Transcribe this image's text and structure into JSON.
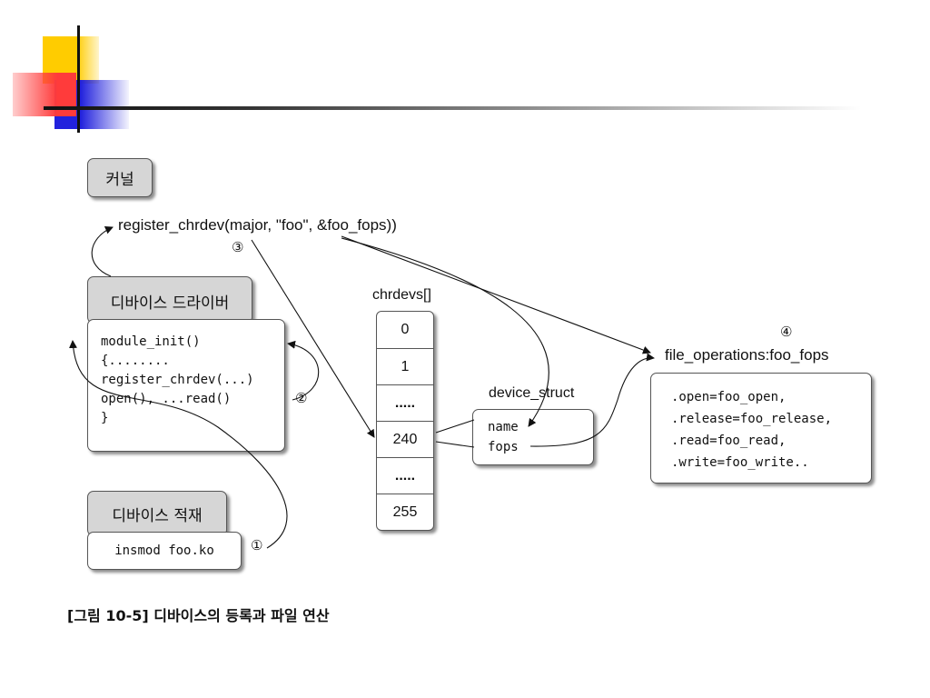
{
  "figure": {
    "kernel_label": "커널",
    "register_call": "register_chrdev(major, \"foo\", &foo_fops))",
    "driver_label": "디바이스 드라이버",
    "driver_code": [
      "module_init()",
      "{........",
      "register_chrdev(...)",
      "open(), ...read()",
      "}"
    ],
    "load_label": "디바이스 적재",
    "insmod_cmd": "insmod foo.ko",
    "chrdevs_label": "chrdevs[]",
    "chrdevs_cells": [
      "0",
      "1",
      ".....",
      "240",
      ".....",
      "255"
    ],
    "device_struct_label": "device_struct",
    "device_struct_fields": [
      "name",
      "fops"
    ],
    "file_ops_label": "file_operations:foo_fops",
    "file_ops_fields": [
      ".open=foo_open,",
      ".release=foo_release,",
      ".read=foo_read,",
      ".write=foo_write.."
    ],
    "markers": [
      "①",
      "②",
      "③",
      "④"
    ],
    "caption": "[그림 10-5] 디바이스의 등록과 파일 연산"
  },
  "colors": {
    "deco_yellow": "#ffcc00",
    "deco_red": "#ff3b3b",
    "deco_blue": "#2222dd",
    "box_gray": "#d6d6d6"
  }
}
